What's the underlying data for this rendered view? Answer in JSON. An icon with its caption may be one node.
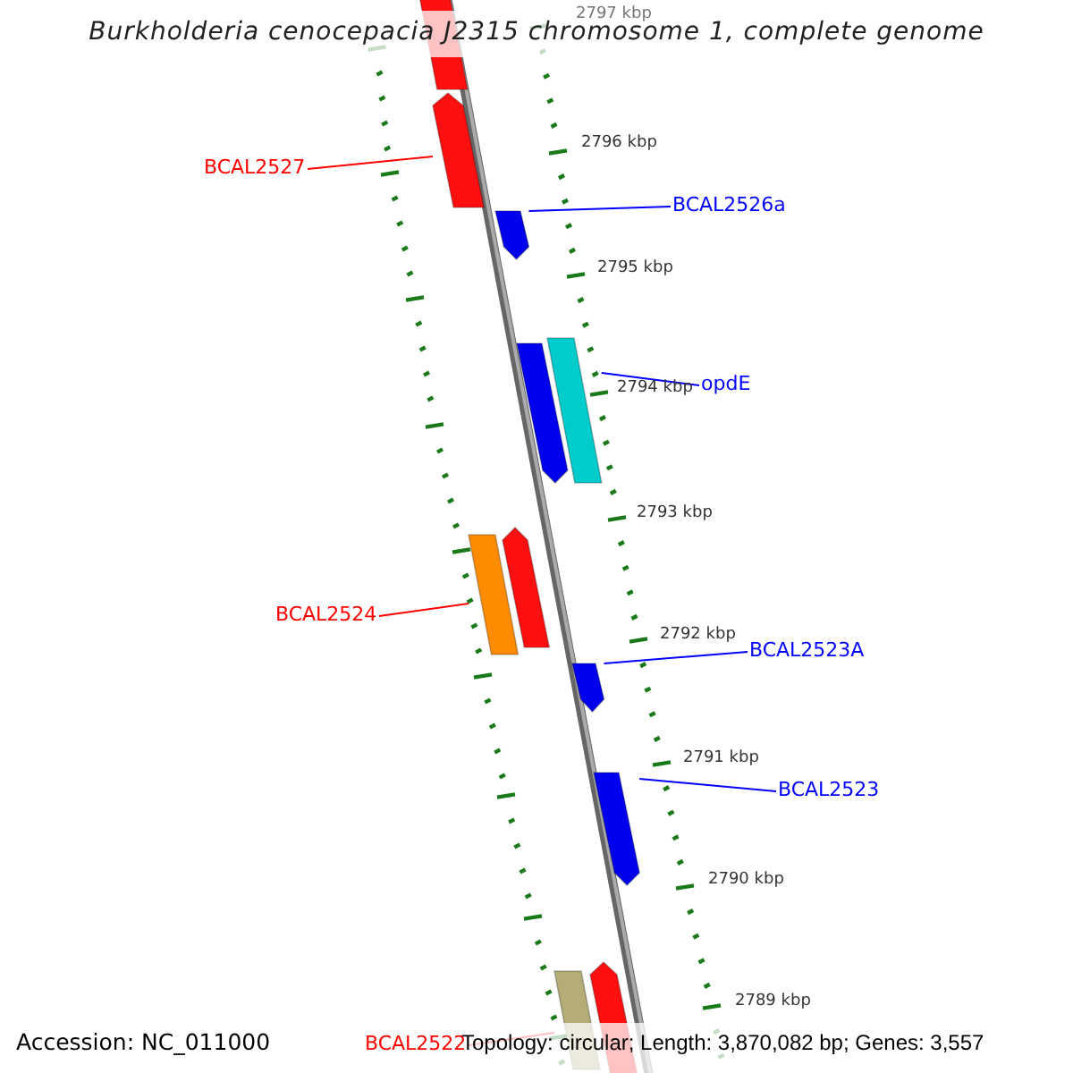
{
  "diagram": {
    "title": "Burkholderia cenocepacia J2315 chromosome 1, complete genome",
    "nodes": [
      {
        "text": [],
        "shape": "bar"
      },
      {
        "text": [
          "BCAL2527"
        ]
      },
      {
        "text": [],
        "shape": "bar"
      },
      {
        "text": [
          "BCAL2526a"
        ]
      },
      {
        "text": [],
        "shape": "bar"
      },
      {
        "text": [],
        "shape": "bar"
      },
      {
        "text": [
          "opdE"
        ]
      },
      {
        "text": [],
        "shape": "bar"
      },
      {
        "text": [
          "BCAL2524"
        ]
      },
      {
        "text": [],
        "shape": "bar"
      },
      {
        "text": [],
        "shape": "bar"
      },
      {
        "text": [
          "BCAL2523A"
        ]
      },
      {
        "text": [],
        "shape": "bar"
      },
      {
        "text": [
          "BCAL2523"
        ]
      },
      {
        "text": [],
        "shape": "bar"
      },
      {
        "text": [],
        "shape": "bar"
      },
      {
        "text": [],
        "shape": "bar"
      },
      {
        "text": [
          "BCAL2522"
        ]
      }
    ],
    "edges": [
      {
        "from": 1,
        "to": 2,
        "arrow": "none",
        "color": "#ff0000"
      },
      {
        "from": 3,
        "to": 4,
        "arrow": "none"
      },
      {
        "from": 6,
        "to": 7,
        "arrow": "none"
      },
      {
        "from": 8,
        "to": 9,
        "arrow": "none",
        "color": "#ff0000"
      },
      {
        "from": 11,
        "to": 12,
        "arrow": "none"
      },
      {
        "from": 13,
        "to": 14,
        "arrow": "none"
      },
      {
        "from": 17,
        "to": 15,
        "arrow": "none",
        "color": "#ff0000"
      }
    ],
    "labels": [
      "2797 kbp",
      "2796 kbp",
      "2795 kbp",
      "2794 kbp",
      "2793 kbp",
      "2792 kbp",
      "2791 kbp",
      "2790 kbp",
      "2789 kbp",
      "Accession: NC_011000",
      "Topology: circular; Length: 3,870,082 bp; Genes: 3,557"
    ]
  }
}
